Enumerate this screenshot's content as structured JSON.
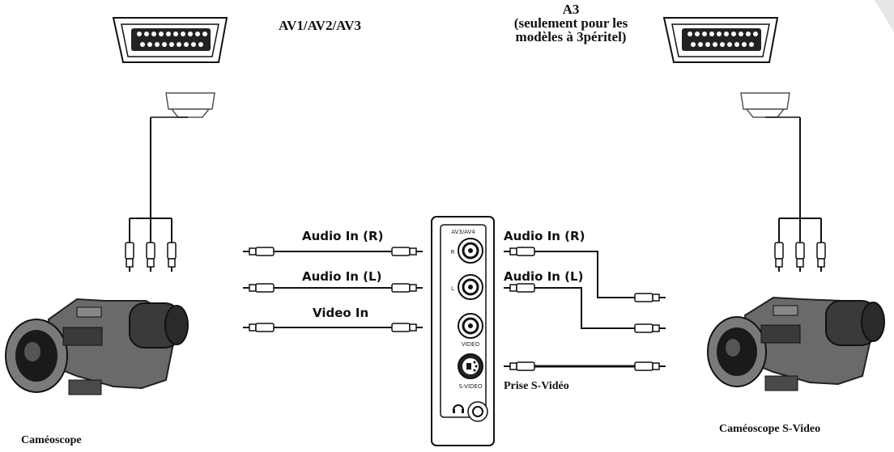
{
  "labels": {
    "scart_left": "AV1/AV2/AV3",
    "scart_right_line1": "A3",
    "scart_right_line2": "(seulement pour les",
    "scart_right_line3": "modèles à 3péritel)",
    "audio_in_r_left": "Audio In (R)",
    "audio_in_l_left": "Audio In (L)",
    "video_in": "Video In",
    "audio_in_r_right": "Audio In (R)",
    "audio_in_l_right": "Audio In (L)",
    "prise_svideo": "Prise S-Vidéo",
    "camcorder_left": "Caméoscope",
    "camcorder_right": "Caméoscope S-Video"
  },
  "panel": {
    "title": "AV3/AV4",
    "jack_r": "R",
    "jack_l": "L",
    "jack_video": "VIDEO",
    "jack_svideo": "S-VIDEO"
  },
  "colors": {
    "line": "#111111",
    "panel": "#ffffff",
    "camera_body": "#5a5a5a"
  }
}
